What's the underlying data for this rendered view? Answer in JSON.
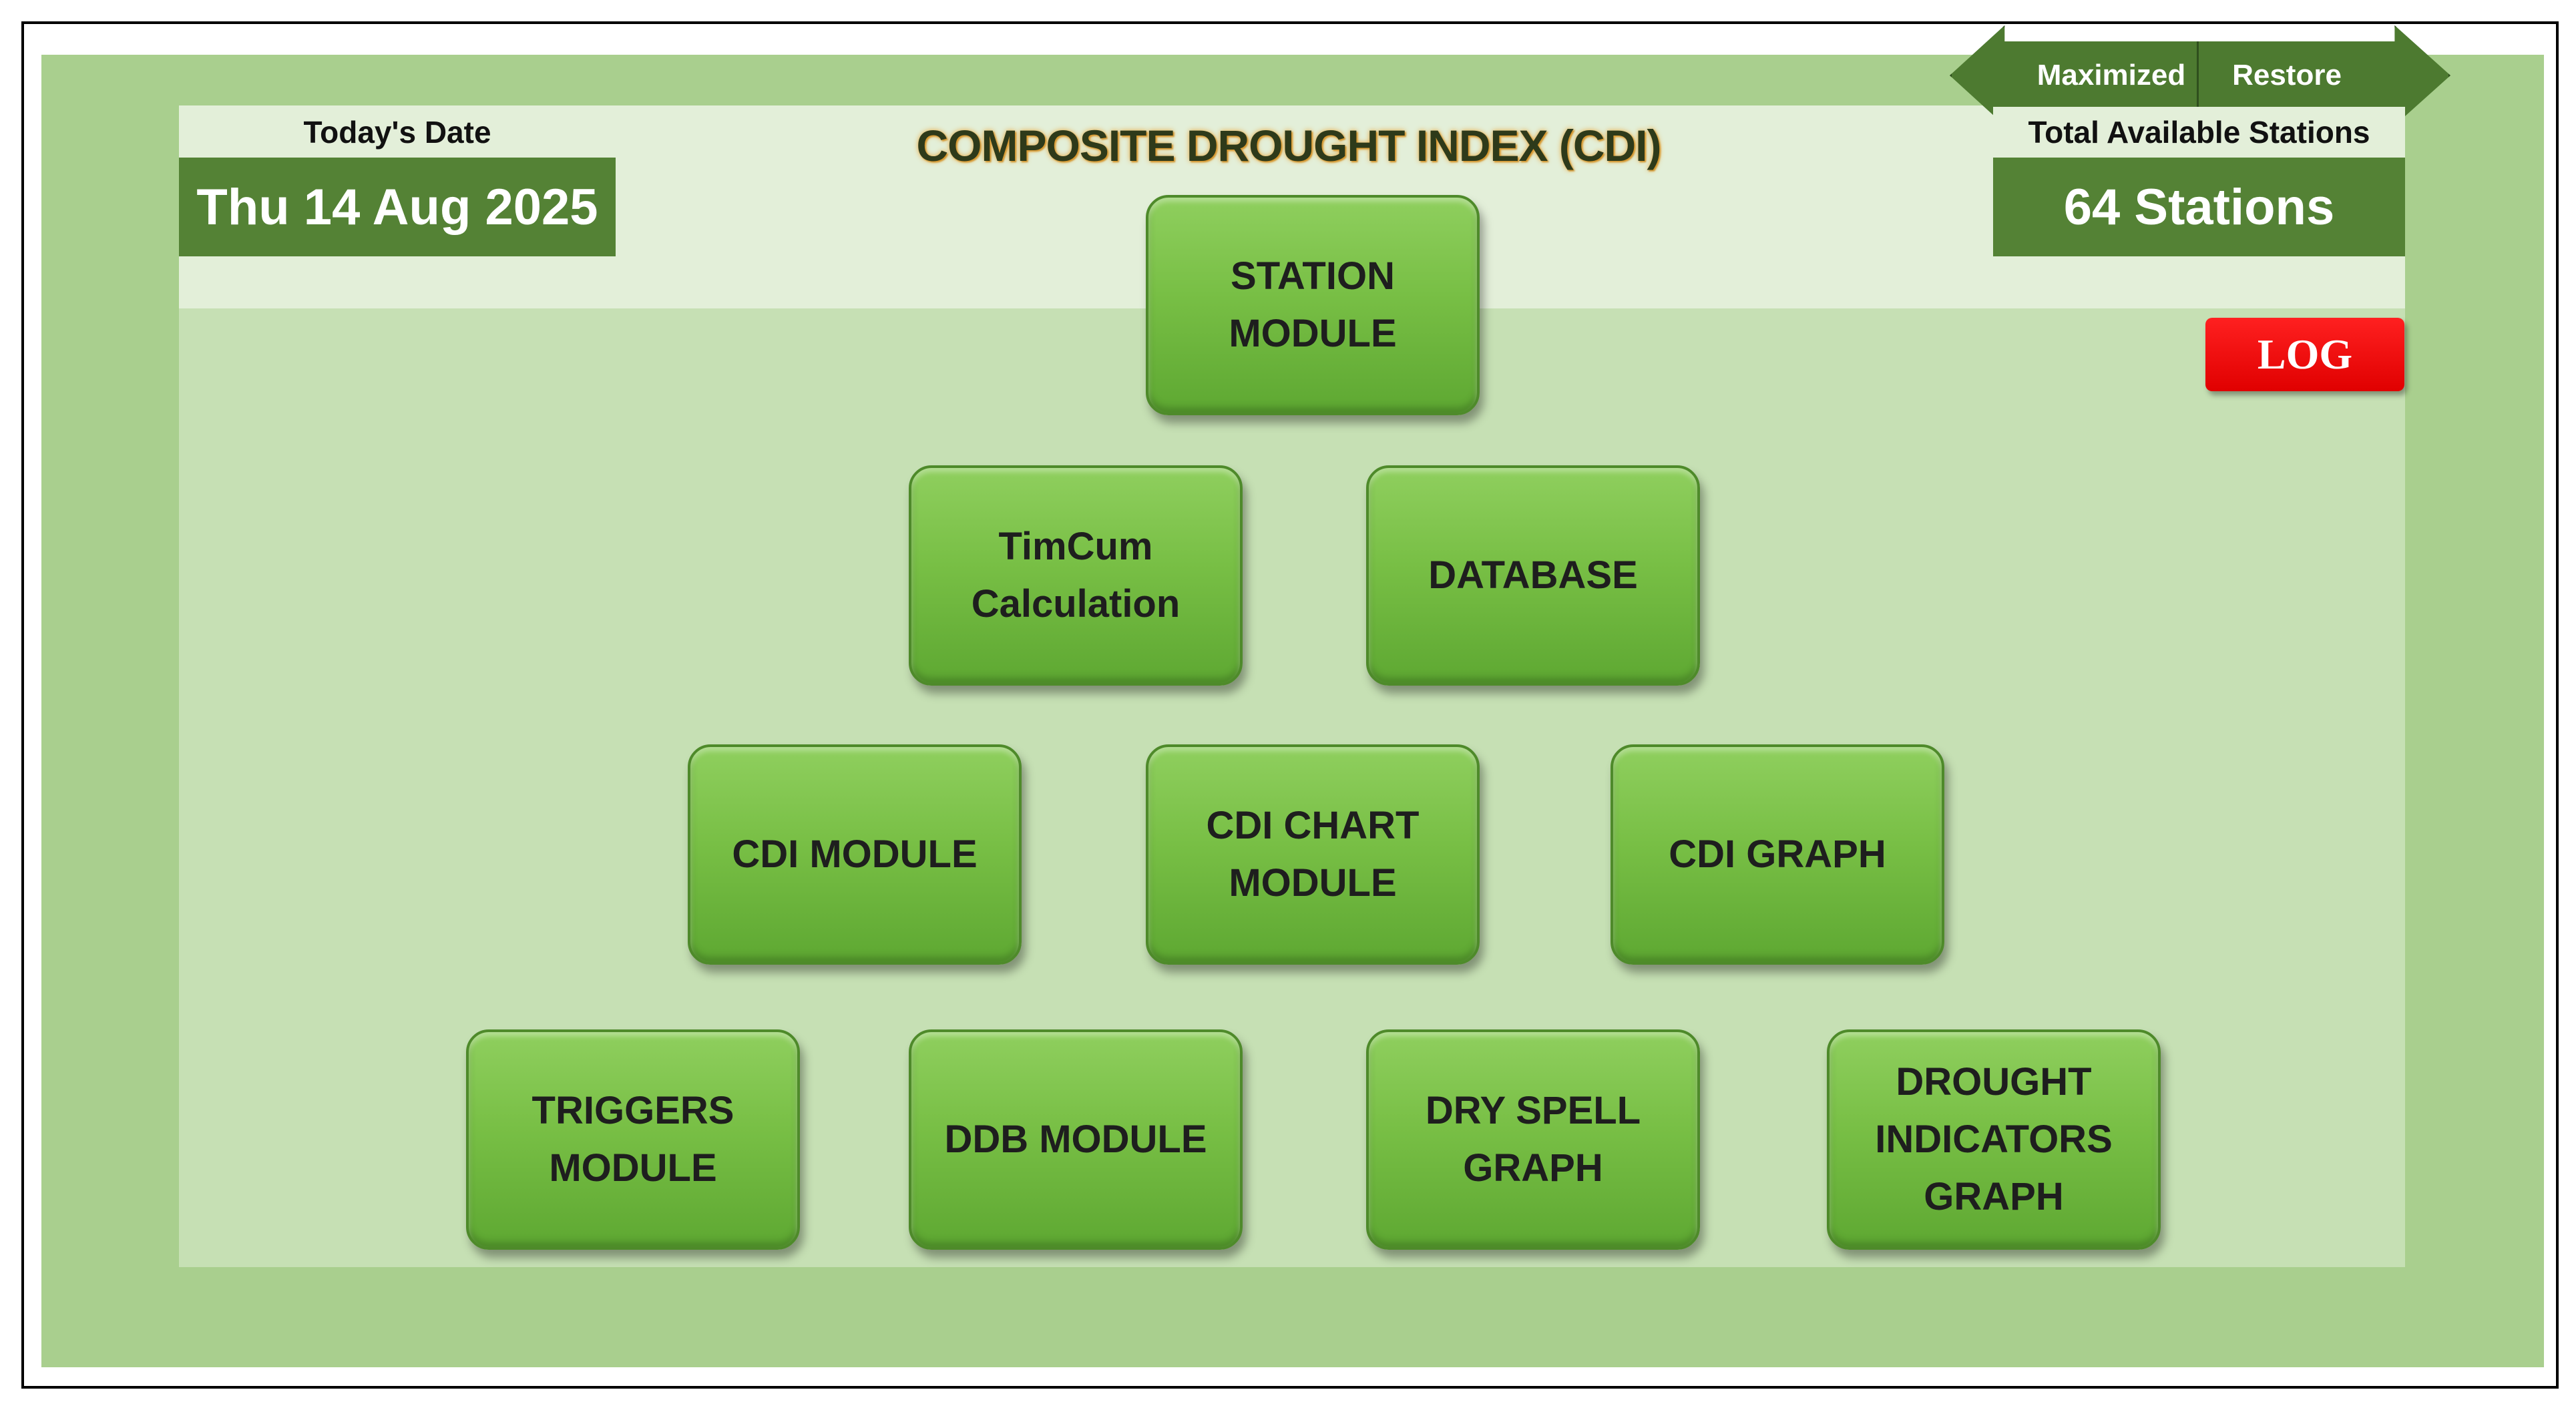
{
  "header": {
    "title": "COMPOSITE DROUGHT INDEX (CDI)",
    "date_label": "Today's Date",
    "date_value": "Thu 14 Aug 2025",
    "stations_label": "Total Available Stations",
    "stations_value": "64 Stations"
  },
  "window_controls": {
    "maximized_label": "Maximized",
    "restore_label": "Restore"
  },
  "log_label": "LOG",
  "modules": {
    "station": "STATION\nMODULE",
    "timcum": "TimCum\nCalculation",
    "database": "DATABASE",
    "cdi_module": "CDI MODULE",
    "cdi_chart": "CDI CHART\nMODULE",
    "cdi_graph": "CDI GRAPH",
    "triggers": "TRIGGERS\nMODULE",
    "ddb": "DDB MODULE",
    "dry_spell": "DRY SPELL\nGRAPH",
    "drought_indicators": "DROUGHT\nINDICATORS\nGRAPH"
  },
  "colors": {
    "outer_green": "#a9cf8e",
    "panel_green": "#c6e0b4",
    "dark_green": "#548235",
    "button_green": "#78bf45",
    "log_red": "#ff0000"
  }
}
